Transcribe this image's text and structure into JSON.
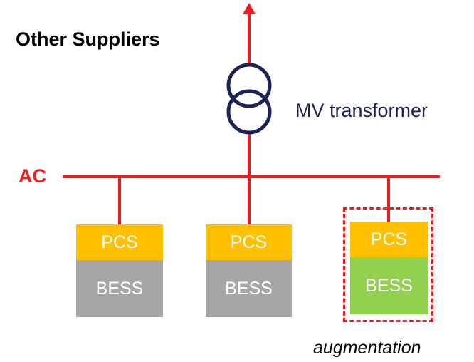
{
  "title": "Other Suppliers",
  "bus_label": "AC",
  "transformer_label": "MV transformer",
  "units": [
    {
      "pcs_label": "PCS",
      "bess_label": "BESS",
      "bess_color": "#a6a6a6"
    },
    {
      "pcs_label": "PCS",
      "bess_label": "BESS",
      "bess_color": "#a6a6a6"
    },
    {
      "pcs_label": "PCS",
      "bess_label": "BESS",
      "bess_color": "#92d050"
    }
  ],
  "augmentation_label": "augmentation",
  "colors": {
    "line": "#ee1c1c",
    "transformer": "#1b2356",
    "pcs": "#ffc000",
    "bess_existing": "#a6a6a6",
    "bess_augmented": "#92d050"
  }
}
